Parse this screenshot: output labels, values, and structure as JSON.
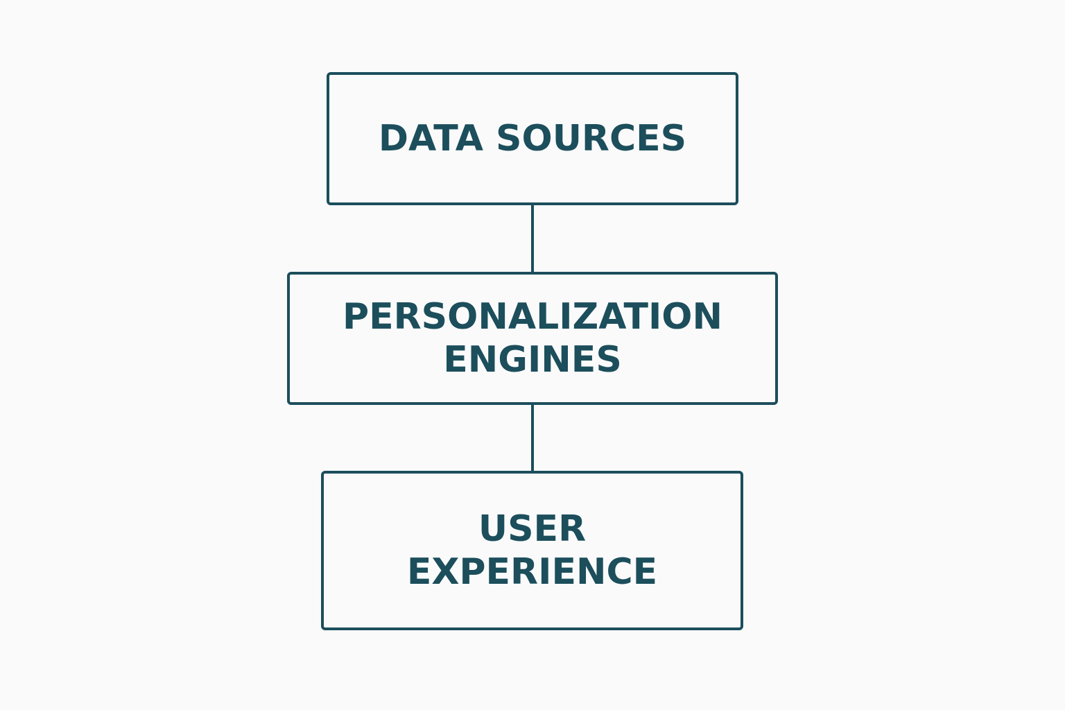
{
  "diagram": {
    "nodes": [
      {
        "id": "data-sources",
        "lines": [
          "DATA SOURCES"
        ]
      },
      {
        "id": "personalization-engines",
        "lines": [
          "PERSONALIZATION",
          "ENGINES"
        ]
      },
      {
        "id": "user-experience",
        "lines": [
          "USER",
          "EXPERIENCE"
        ]
      }
    ],
    "edges": [
      {
        "from": "data-sources",
        "to": "personalization-engines"
      },
      {
        "from": "personalization-engines",
        "to": "user-experience"
      }
    ],
    "colors": {
      "stroke": "#1c4e5c",
      "text": "#1c4e5c",
      "background": "#fafafa"
    }
  }
}
